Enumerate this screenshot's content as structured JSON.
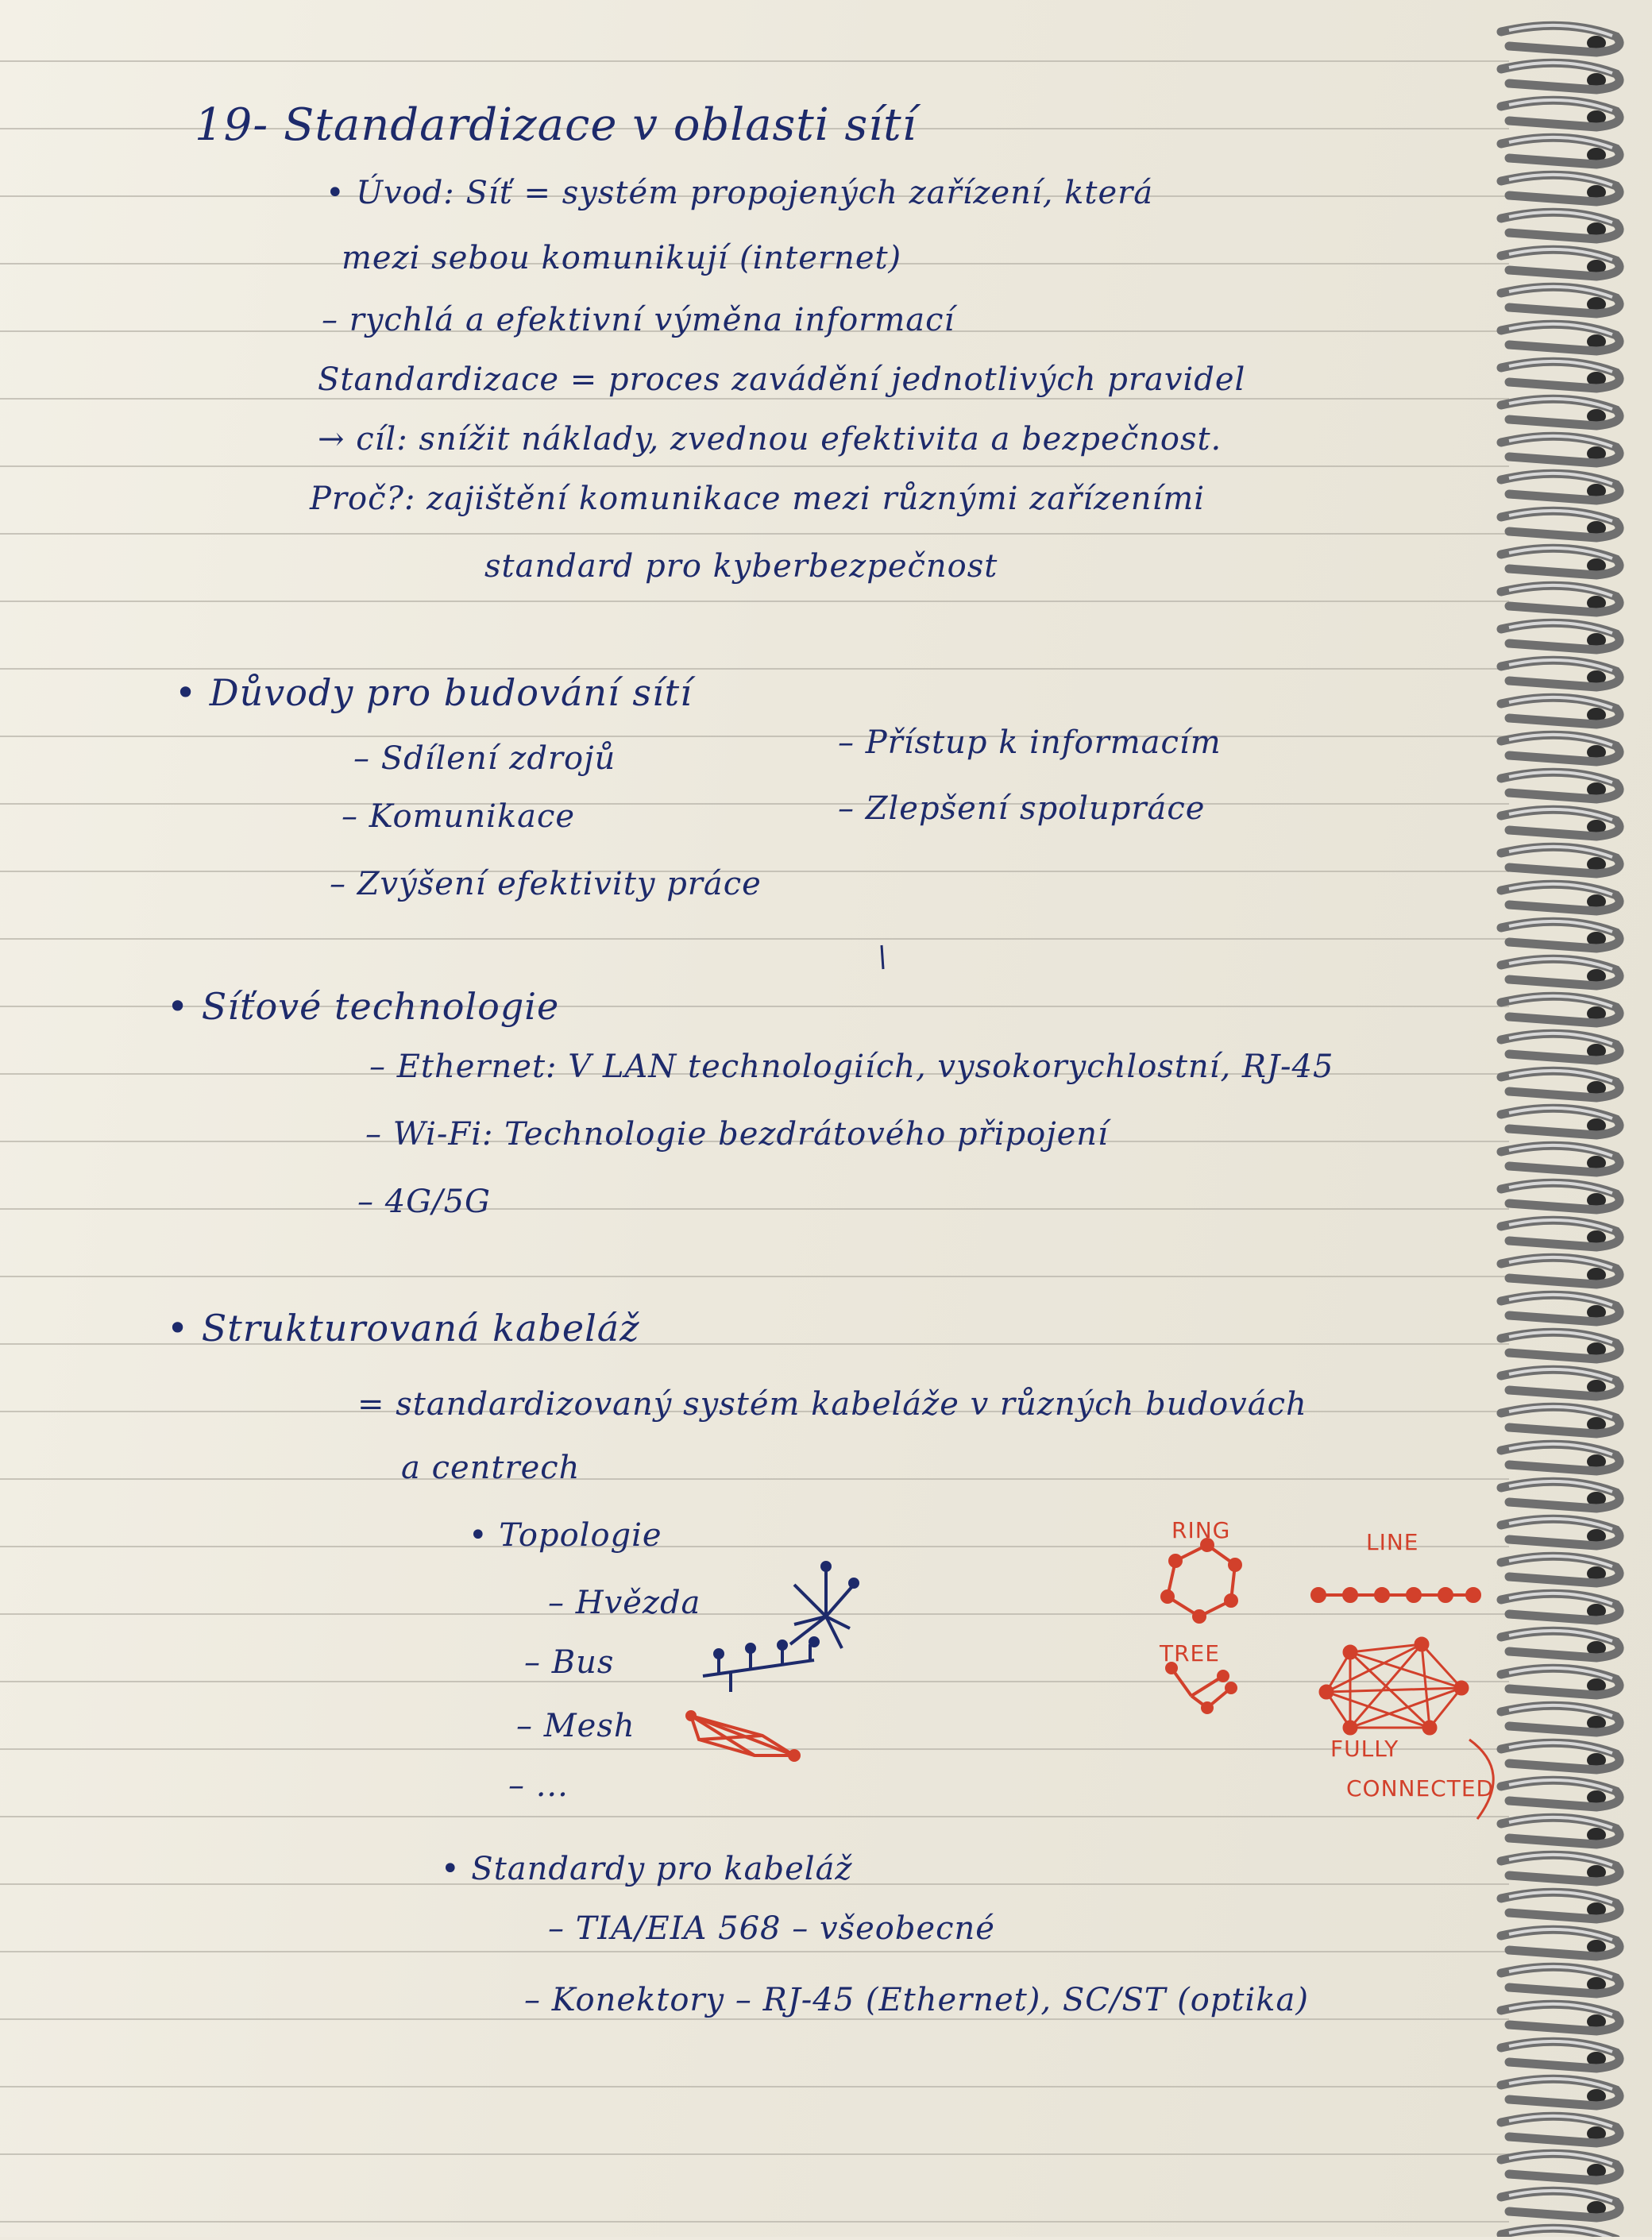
{
  "title": "19- Standardizace v oblasti sítí",
  "intro": {
    "line1": "• Úvod: Síť = systém propojených zařízení, která",
    "line2": "mezi sebou komunikují (internet)",
    "line3": "– rychlá a efektivní výměna informací",
    "line4": "Standardizace = proces zavádění jednotlivých pravidel",
    "line5": "→ cíl: snížit náklady, zvednou efektivita a bezpečnost.",
    "line6": "Proč?: zajištění komunikace mezi různými zařízeními",
    "line7": "standard pro kyberbezpečnost"
  },
  "reasons": {
    "heading": "• Důvody pro budování sítí",
    "items": [
      "– Sdílení zdrojů",
      "– Přístup k informacím",
      "– Komunikace",
      "– Zlepšení spolupráce",
      "– Zvýšení efektivity práce"
    ]
  },
  "technologies": {
    "heading": "• Síťové technologie",
    "items": [
      "– Ethernet: V LAN technologiích, vysokorychlostní, RJ-45",
      "– Wi-Fi: Technologie bezdrátového připojení",
      "– 4G/5G"
    ]
  },
  "cabling": {
    "heading": "• Strukturovaná kabeláž",
    "definition1": "= standardizovaný systém kabeláže v různých budovách",
    "definition2": "a centrech",
    "topology_heading": "• Topologie",
    "topologies": [
      "– Hvězda",
      "– Bus",
      "– Mesh",
      "– ..."
    ],
    "red_labels": {
      "ring": "RING",
      "line": "LINE",
      "tree": "TREE",
      "fully": "FULLY",
      "connected": "CONNECTED"
    }
  },
  "standards": {
    "heading": "• Standardy pro kabeláž",
    "items": [
      "– TIA/EIA 568 – všeobecné",
      "– Konektory – RJ-45 (Ethernet), SC/ST (optika)"
    ]
  },
  "colors": {
    "ink": "#1d2a6b",
    "red_ink": "#d2402b",
    "paper": "#eeeadf"
  }
}
